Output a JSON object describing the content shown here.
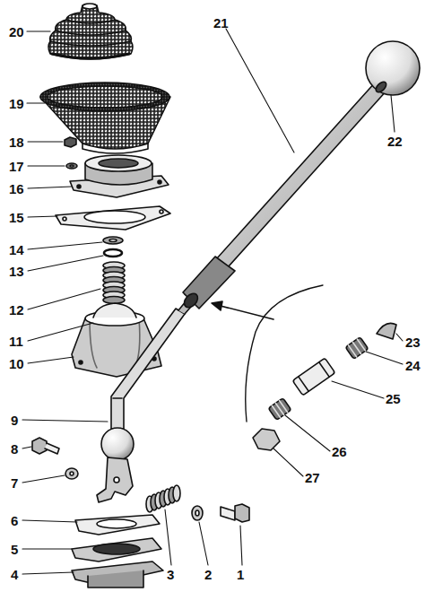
{
  "diagram": {
    "labels": [
      "20",
      "21",
      "19",
      "22",
      "18",
      "17",
      "16",
      "15",
      "14",
      "13",
      "12",
      "11",
      "10",
      "9",
      "8",
      "7",
      "6",
      "5",
      "4",
      "23",
      "24",
      "25",
      "26",
      "27",
      "3",
      "2",
      "1"
    ]
  }
}
